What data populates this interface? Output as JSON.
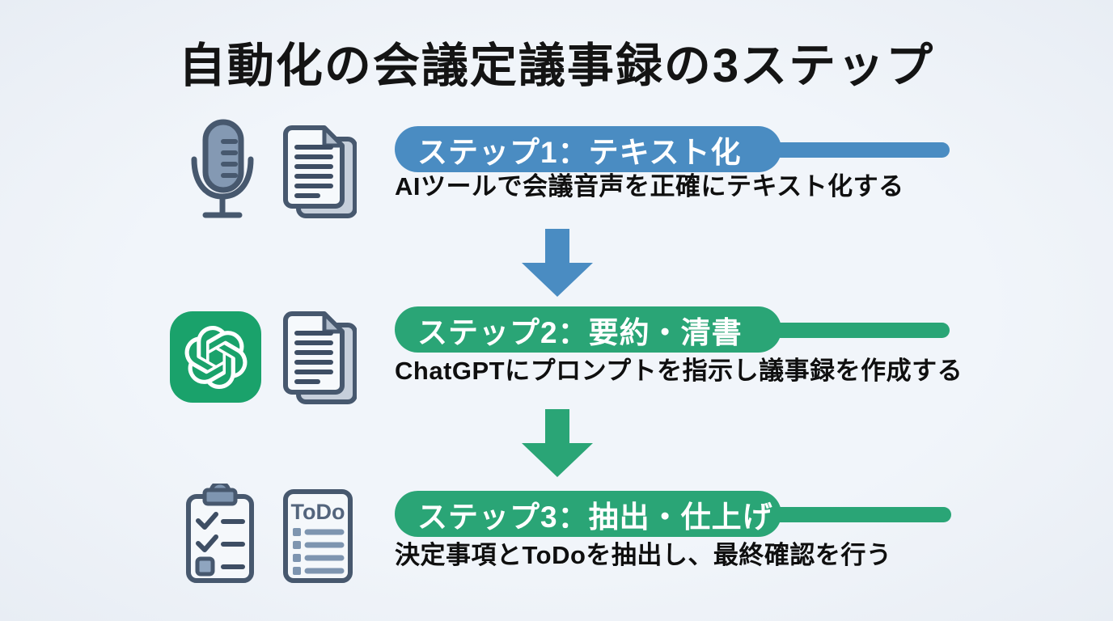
{
  "title": "自動化の会議定議事録の3ステップ",
  "colors": {
    "background": "#edf1f7",
    "step1_accent": "#4a8cc2",
    "step2_accent": "#2aa576",
    "step3_accent": "#2aa576",
    "chatgpt_green": "#1aa26b",
    "icon_outline": "#47586e",
    "title_text": "#141414",
    "description_text": "#0f0f0f"
  },
  "steps": [
    {
      "number": "1",
      "label": "ステップ1：テキスト化",
      "description": "AIツールで会議音声を正確にテキスト化する",
      "accent": "#4a8cc2",
      "icons": [
        "microphone-icon",
        "documents-icon"
      ]
    },
    {
      "number": "2",
      "label": "ステップ2：要約・清書",
      "description": "ChatGPTにプロンプトを指示し議事録を作成する",
      "accent": "#2aa576",
      "icons": [
        "chatgpt-icon",
        "documents-icon"
      ]
    },
    {
      "number": "3",
      "label": "ステップ3：抽出・仕上げ",
      "description": "決定事項とToDoを抽出し、最終確認を行う",
      "accent": "#2aa576",
      "icons": [
        "checklist-clipboard-icon",
        "todo-list-icon"
      ]
    }
  ],
  "todo_icon": {
    "label": "ToDo"
  },
  "arrows": [
    {
      "direction": "down",
      "color": "#4a8cc2"
    },
    {
      "direction": "down",
      "color": "#2aa576"
    }
  ]
}
